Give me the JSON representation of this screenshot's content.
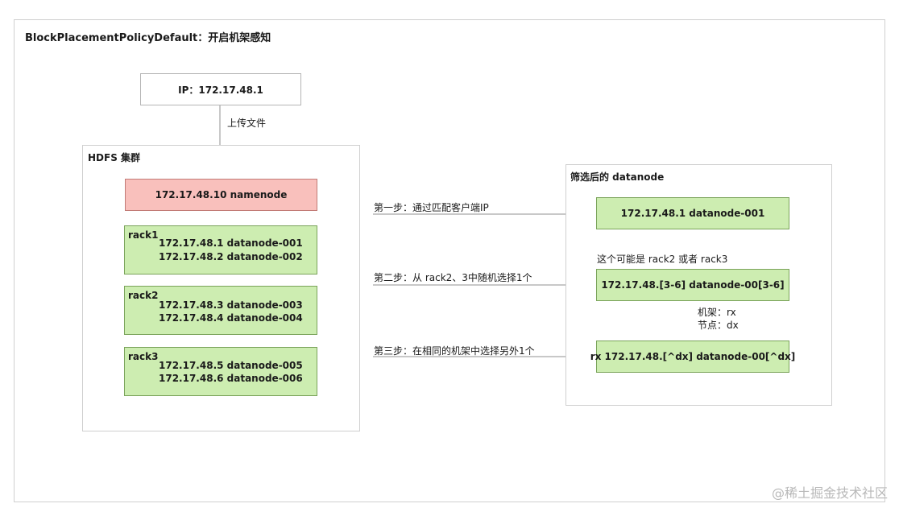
{
  "title": "BlockPlacementPolicyDefault：开启机架感知",
  "client": {
    "label": "IP：172.17.48.1"
  },
  "upload_label": "上传文件",
  "cluster": {
    "title": "HDFS 集群",
    "namenode": "172.17.48.10  namenode",
    "racks": [
      {
        "name": "rack1",
        "nodes": [
          "172.17.48.1 datanode-001",
          "172.17.48.2 datanode-002"
        ]
      },
      {
        "name": "rack2",
        "nodes": [
          "172.17.48.3 datanode-003",
          "172.17.48.4 datanode-004"
        ]
      },
      {
        "name": "rack3",
        "nodes": [
          "172.17.48.5 datanode-005",
          "172.17.48.6 datanode-006"
        ]
      }
    ]
  },
  "steps": [
    {
      "label": "第一步：通过匹配客户端IP"
    },
    {
      "label": "第二步：从 rack2、3中随机选择1个"
    },
    {
      "label": "第三步：在相同的机架中选择另外1个"
    }
  ],
  "selected": {
    "title": "筛选后的 datanode",
    "nodes": [
      "172.17.48.1 datanode-001",
      "172.17.48.[3-6] datanode-00[3-6]",
      "rx 172.17.48.[^dx] datanode-00[^dx]"
    ],
    "note": "这个可能是 rack2 或者 rack3",
    "rack_label": "机架：rx",
    "node_label": "节点：dx"
  },
  "watermark": "@稀土掘金技术社区",
  "colors": {
    "namenode_fill": "#f9c0bc",
    "datanode_fill": "#cdedb1",
    "arrow": "#b5b5b5"
  }
}
